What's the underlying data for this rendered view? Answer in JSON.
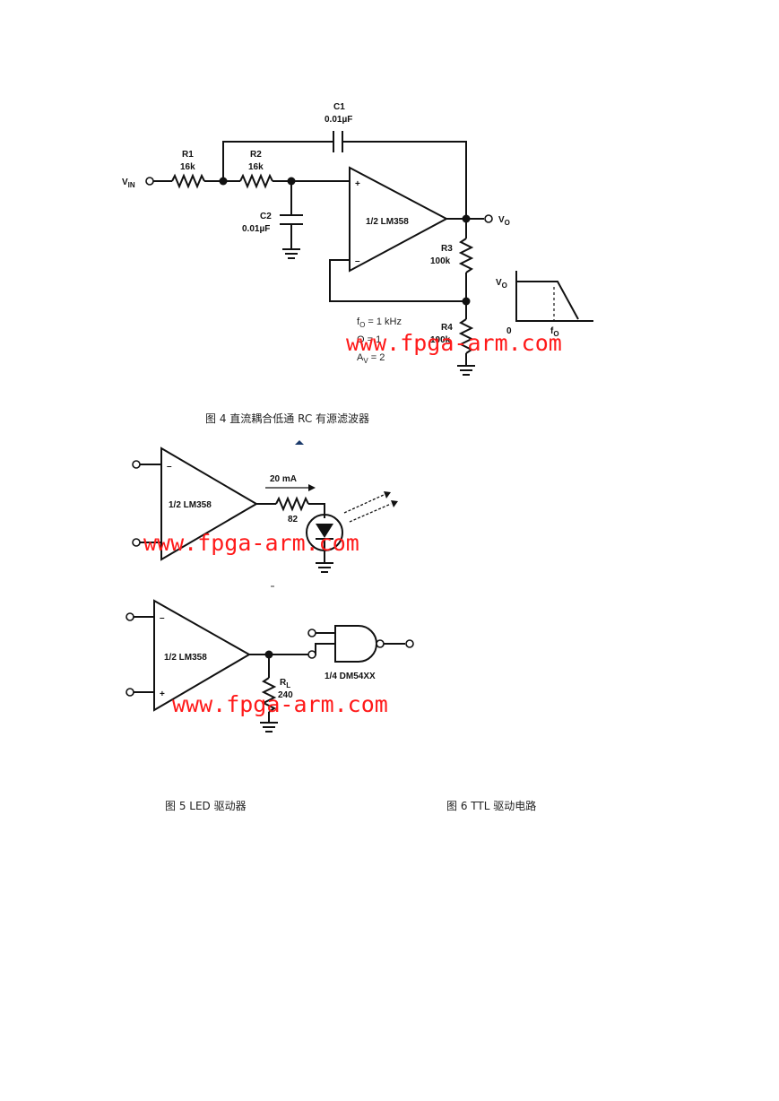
{
  "figure4": {
    "c1_name": "C1",
    "c1_value": "0.01µF",
    "r1_name": "R1",
    "r1_value": "16k",
    "r2_name": "R2",
    "r2_value": "16k",
    "c2_name": "C2",
    "c2_value": "0.01µF",
    "vin_label": "V",
    "vin_sub": "IN",
    "vo_label": "V",
    "vo_sub": "O",
    "opamp_label": "1/2 LM358",
    "r3_name": "R3",
    "r3_value": "100k",
    "r4_name": "R4",
    "r4_value": "100k",
    "fo_spec": "f",
    "fo_sub": "O",
    "fo_value": " = 1 kHz",
    "q_spec": "Q = 1",
    "av_spec": "A",
    "av_sub": "V",
    "av_value": " = 2",
    "response_vo": "V",
    "response_vo_sub": "O",
    "response_zero": "0",
    "response_fo": "f",
    "response_fo_sub": "O",
    "caption": "图 4  直流耦合低通 RC 有源滤波器"
  },
  "figure5": {
    "opamp_label": "1/2 LM358",
    "current_label": "20 mA",
    "resistor_value": "82",
    "caption": "图 5  LED 驱动器"
  },
  "figure6": {
    "opamp_label": "1/2 LM358",
    "rl_label": "R",
    "rl_sub": "L",
    "rl_value": "240",
    "gate_label": "1/4 DM54XX",
    "caption": "图 6  TTL 驱动电路"
  },
  "watermark": "www.fpga-arm.com"
}
